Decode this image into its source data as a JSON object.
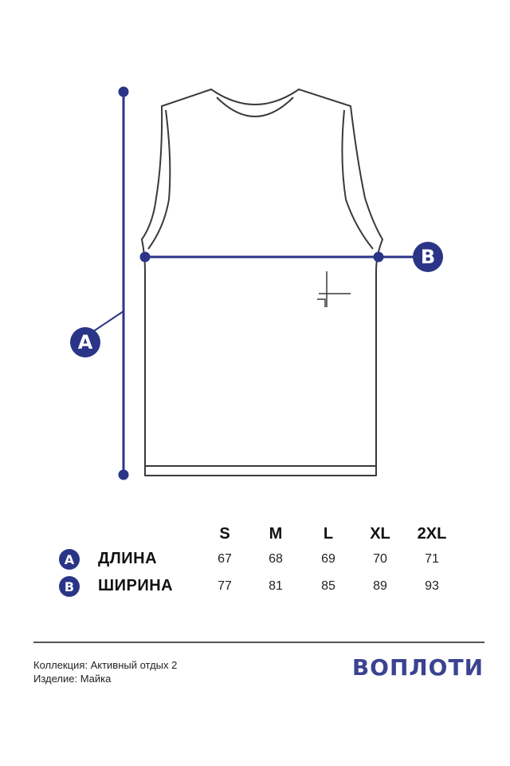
{
  "diagram": {
    "marker_a": "A",
    "marker_b": "B",
    "accent_color": "#2b3587"
  },
  "table": {
    "sizes": [
      "S",
      "M",
      "L",
      "XL",
      "2XL"
    ],
    "rows": [
      {
        "badge": "A",
        "label": "ДЛИНА",
        "values": [
          "67",
          "68",
          "69",
          "70",
          "71"
        ]
      },
      {
        "badge": "B",
        "label": "ШИРИНА",
        "values": [
          "77",
          "81",
          "85",
          "89",
          "93"
        ]
      }
    ]
  },
  "footer": {
    "collection": "Коллекция: Активный отдых 2",
    "item": "Изделие: Майка",
    "brand": "ВОПЛОТИ"
  }
}
